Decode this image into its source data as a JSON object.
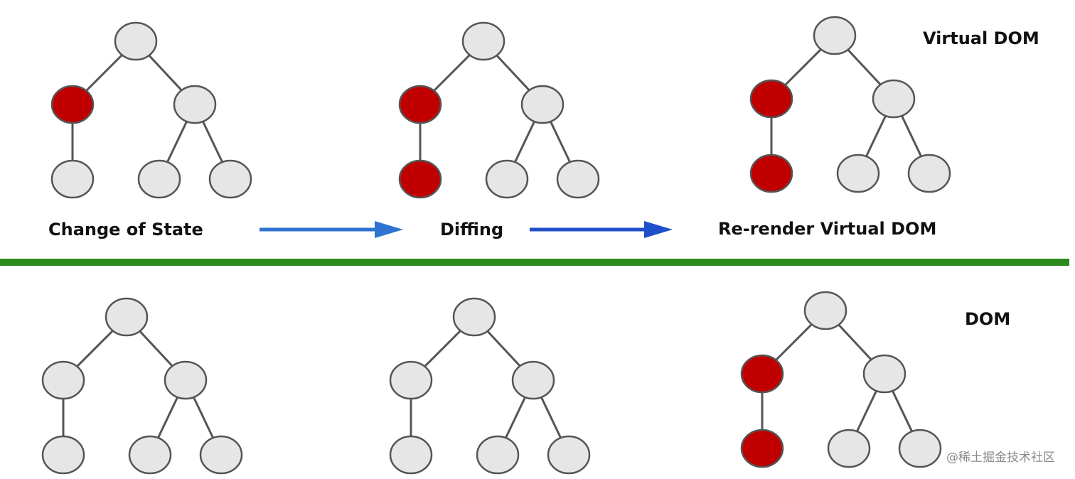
{
  "labels": {
    "virtual_dom": "Virtual DOM",
    "dom": "DOM",
    "change_of_state": "Change of State",
    "diffing": "Diffing",
    "rerender": "Re-render Virtual DOM"
  },
  "watermark": "@稀土掘金技术社区",
  "colors": {
    "node_default": "#e6e6e6",
    "node_changed": "#c00000",
    "node_stroke": "#555555",
    "edge": "#555555",
    "divider": "#2b8a1b",
    "arrow_1": "#2f74d0",
    "arrow_2": "#1f4fc9"
  },
  "trees": [
    {
      "section": "Virtual DOM",
      "stage": "Change of State",
      "changed": [
        "left"
      ]
    },
    {
      "section": "Virtual DOM",
      "stage": "Diffing",
      "changed": [
        "left",
        "left-child"
      ]
    },
    {
      "section": "Virtual DOM",
      "stage": "Re-render Virtual DOM",
      "changed": [
        "left",
        "left-child"
      ]
    },
    {
      "section": "DOM",
      "stage": "Change of State",
      "changed": []
    },
    {
      "section": "DOM",
      "stage": "Diffing",
      "changed": []
    },
    {
      "section": "DOM",
      "stage": "Re-render Virtual DOM",
      "changed": [
        "left",
        "left-child"
      ]
    }
  ]
}
